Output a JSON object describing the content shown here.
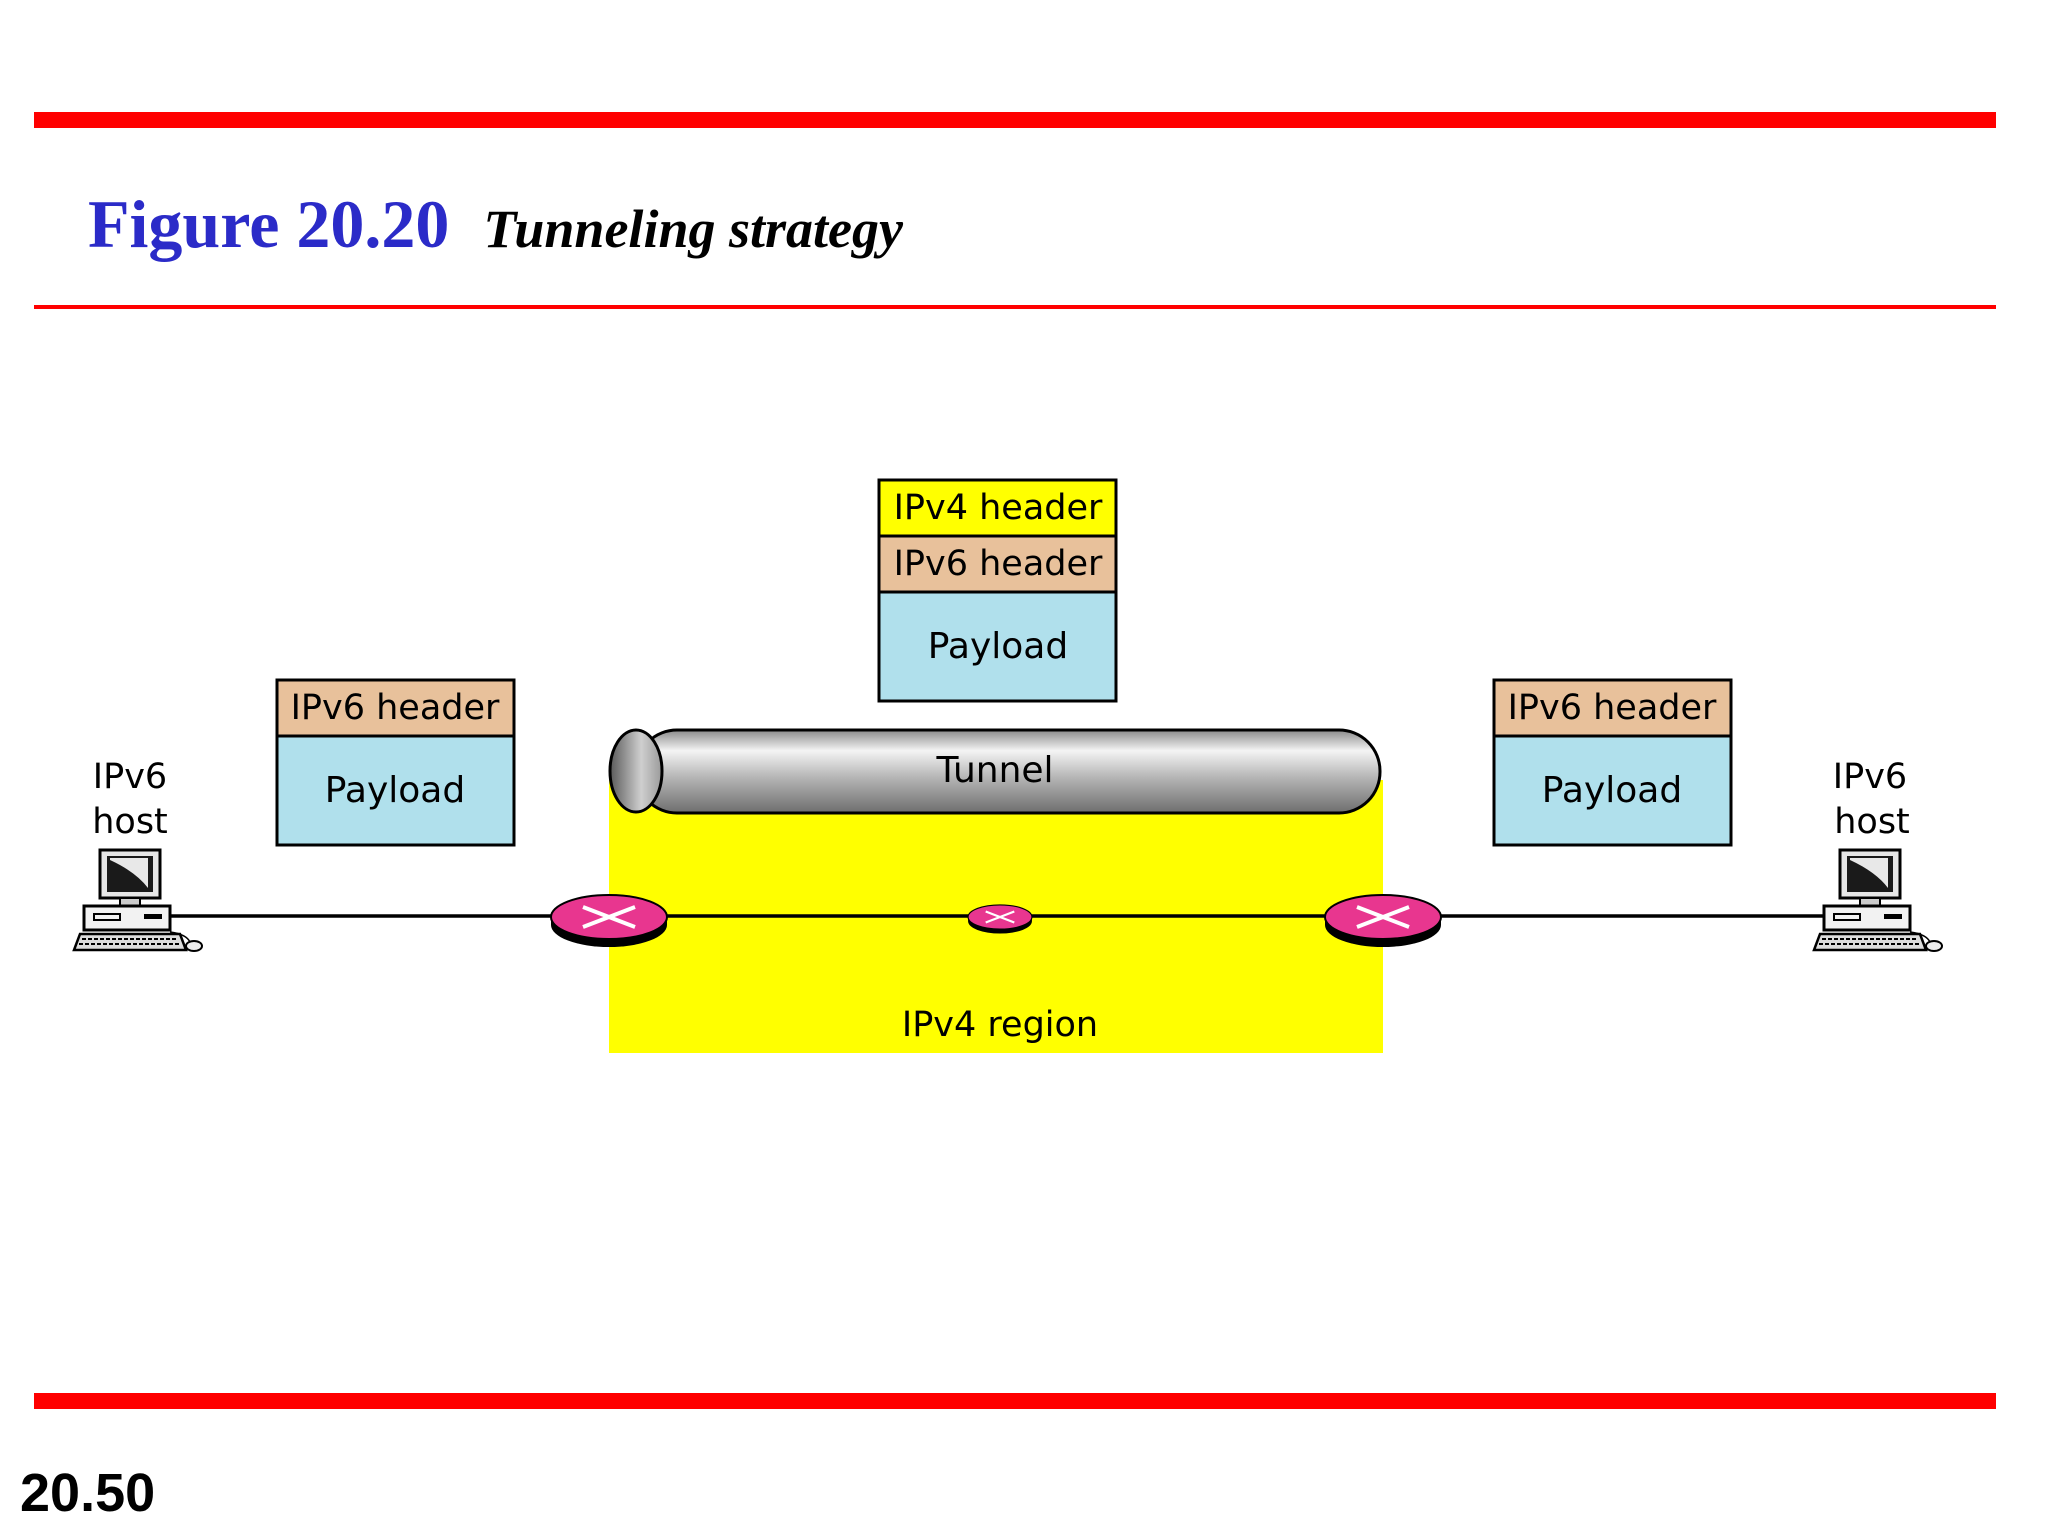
{
  "figure": {
    "number": "Figure 20.20",
    "caption": "Tunneling strategy"
  },
  "page_number": "20.50",
  "diagram": {
    "left_host": {
      "label_line1": "IPv6",
      "label_line2": "host"
    },
    "right_host": {
      "label_line1": "IPv6",
      "label_line2": "host"
    },
    "left_packet": {
      "header": "IPv6 header",
      "payload": "Payload"
    },
    "right_packet": {
      "header": "IPv6 header",
      "payload": "Payload"
    },
    "tunnel_packet": {
      "outer_header": "IPv4 header",
      "inner_header": "IPv6 header",
      "payload": "Payload"
    },
    "tunnel_label": "Tunnel",
    "region_label": "IPv4 region"
  },
  "colors": {
    "rule_red": "#ff0000",
    "title_blue": "#2b2bc8",
    "ipv4_yellow": "#ffff00",
    "ipv6_header_tan": "#e8c19b",
    "payload_blue": "#b0e0ec",
    "router_pink": "#e8368f"
  }
}
